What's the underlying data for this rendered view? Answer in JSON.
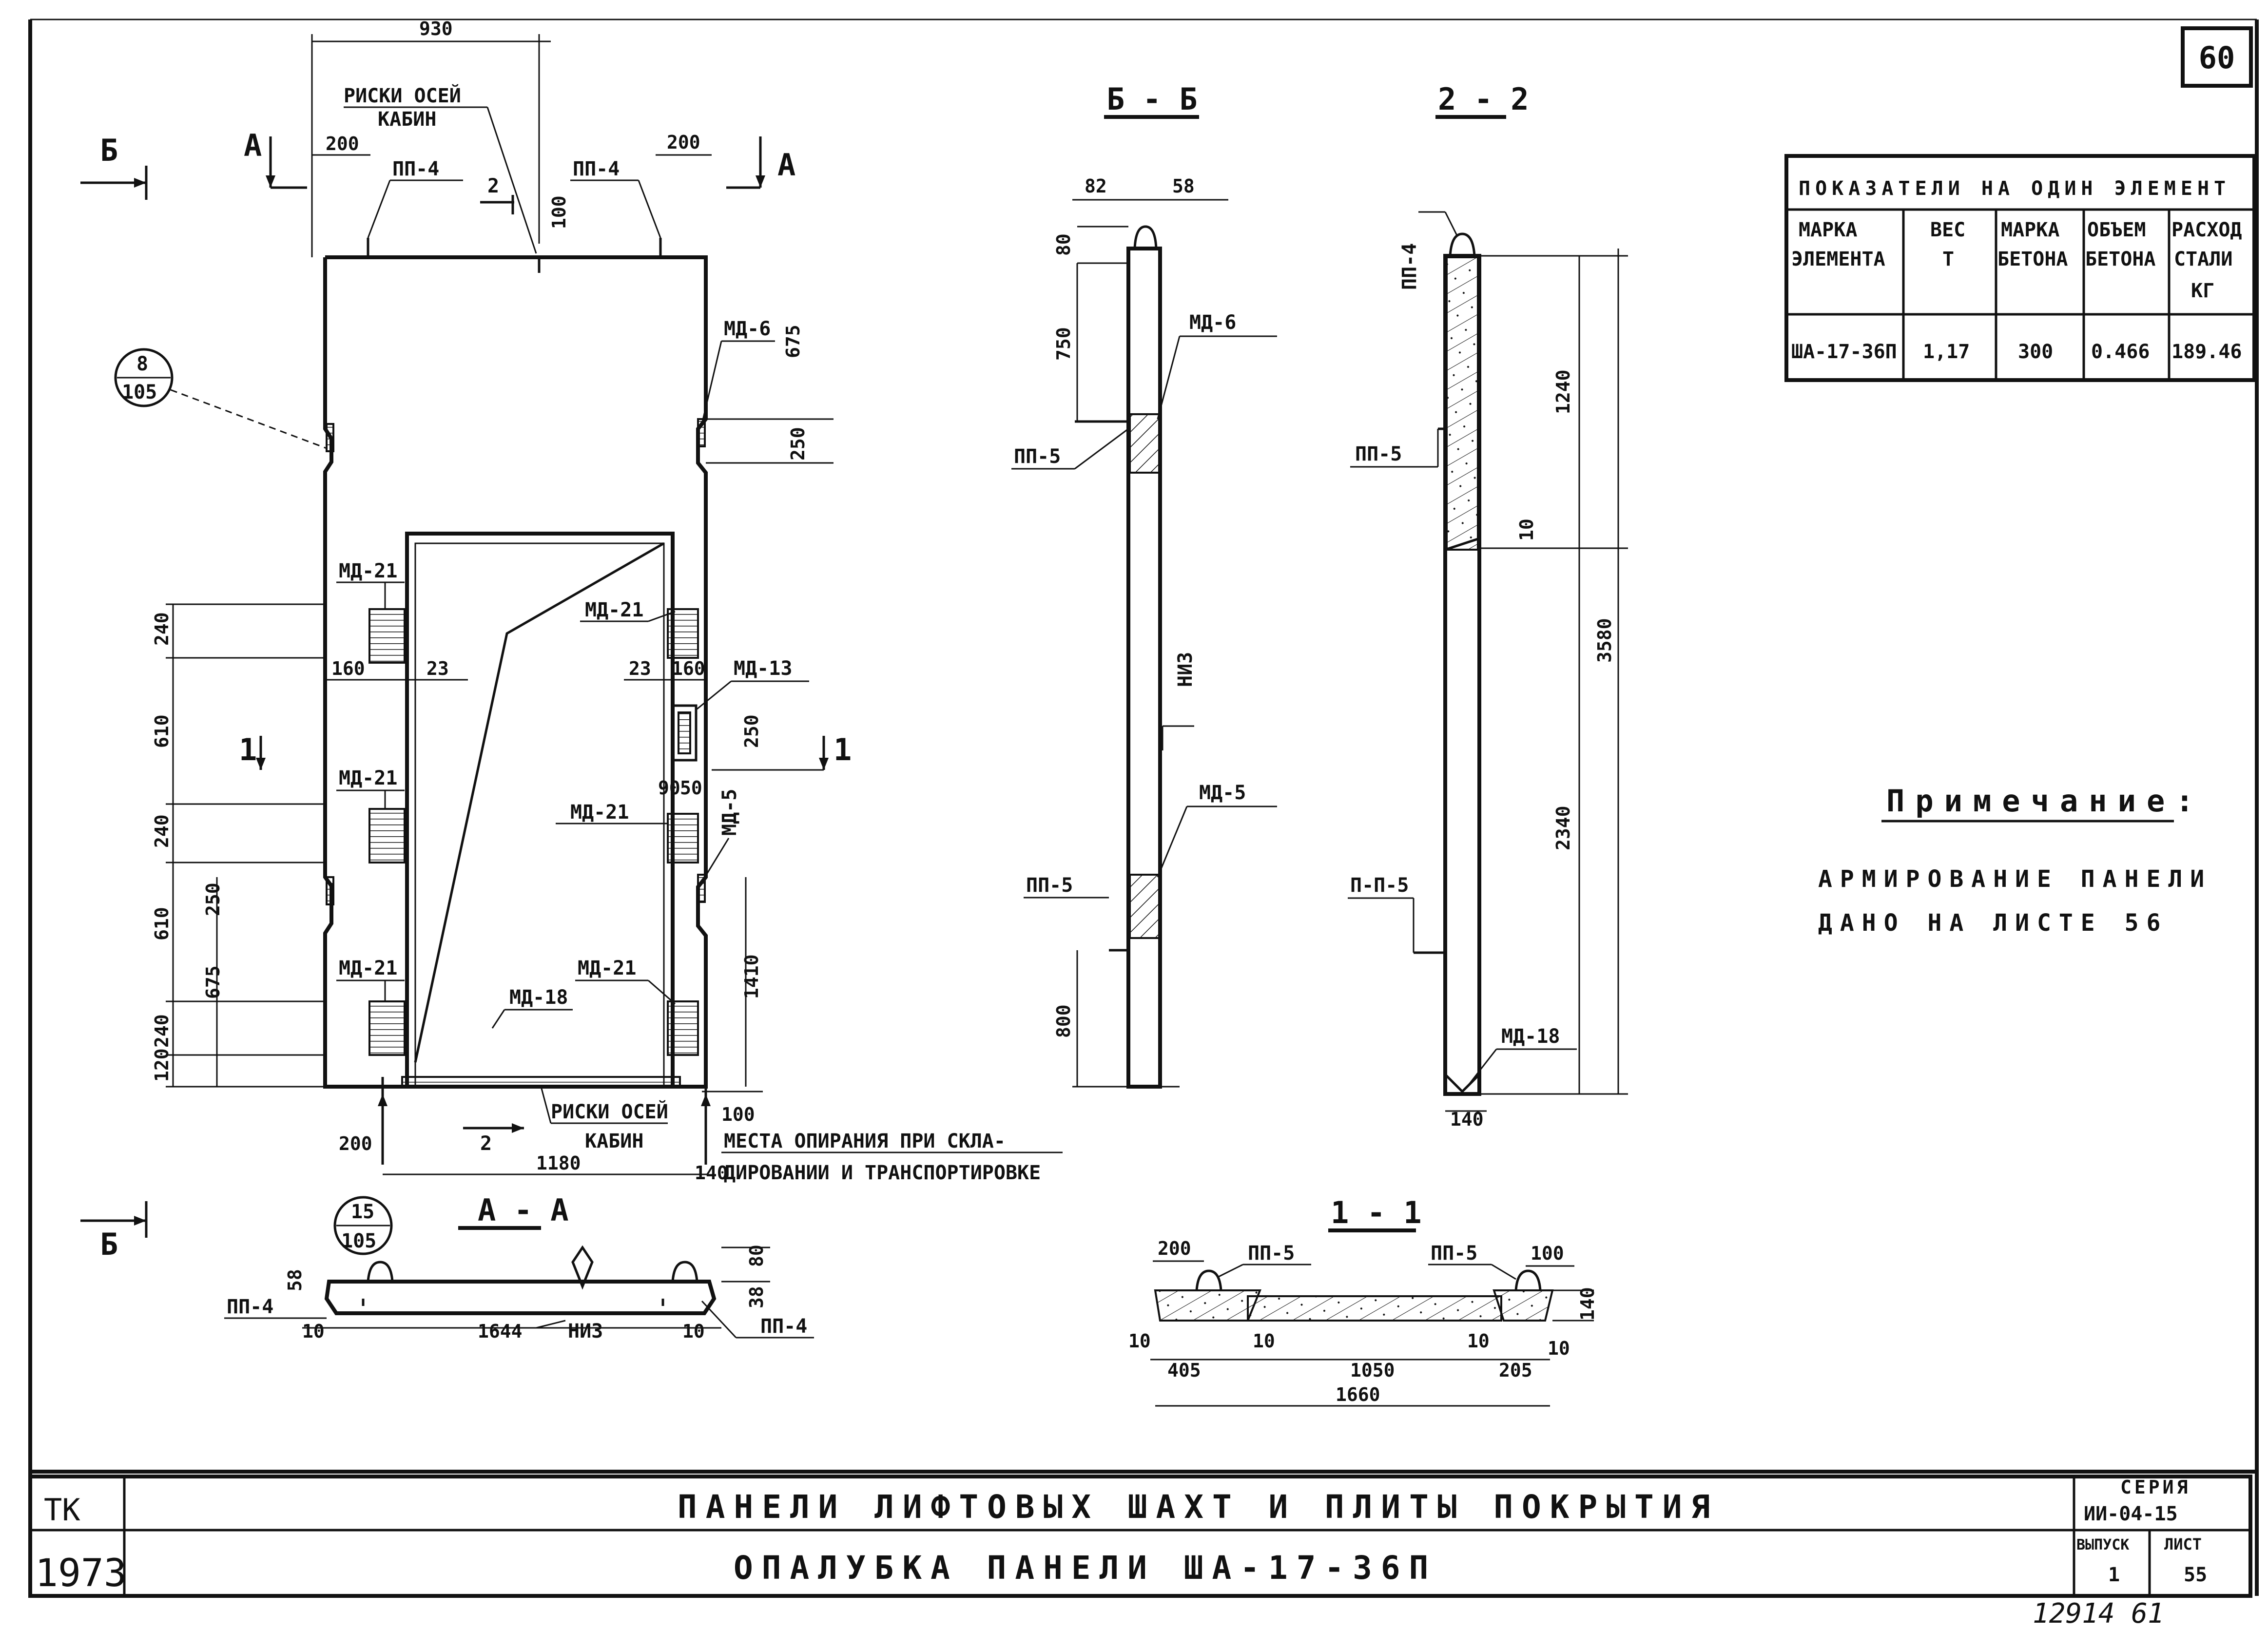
{
  "sheet_number": "60",
  "views": {
    "b_b": "Б - Б",
    "s_2_2": "2 - 2",
    "a_a": "А - А",
    "s_1_1": "1 - 1"
  },
  "indicators_table": {
    "title": "ПОКАЗАТЕЛИ НА ОДИН ЭЛЕМЕНТ",
    "headers": [
      [
        "МАРКА",
        "ЭЛЕМЕНТА"
      ],
      [
        "ВЕС",
        "Т"
      ],
      [
        "МАРКА",
        "БЕТОНА"
      ],
      [
        "ОБЪЕМ",
        "БЕТОНА"
      ],
      [
        "РАСХОД",
        "СТАЛИ",
        "КГ"
      ]
    ],
    "row": [
      "ША-17-36П",
      "1,17",
      "300",
      "0.466",
      "189.46"
    ]
  },
  "note": {
    "title": "Примечание:",
    "lines": [
      "АРМИРОВАНИЕ ПАНЕЛИ",
      "ДАНО НА ЛИСТЕ 56"
    ]
  },
  "labels": {
    "riski_osey": "РИСКИ ОСЕЙ",
    "kabin": "КАБИН",
    "riski_osey_2": "РИСКИ ОСЕЙ",
    "kabin_2": "КАБИН",
    "pp4": "ПП-4",
    "pp5": "ПП-5",
    "p_p_5": "П-П-5",
    "md6": "МД-6",
    "md5": "МД-5",
    "md13": "МД-13",
    "md18": "МД-18",
    "md21": "МД-21",
    "niz": "НИЗ",
    "b": "Б",
    "a": "А",
    "one": "1",
    "two": "2",
    "opiranie_1": "МЕСТА ОПИРАНИЯ ПРИ СКЛА-",
    "opiranie_2": "ДИРОВАНИИ И ТРАНСПОРТИРОВКЕ",
    "callout_8": "8",
    "callout_105": "105",
    "callout_15": "15",
    "callout_105b": "105"
  },
  "dims": {
    "d930": "930",
    "d200": "200",
    "d100": "100",
    "d675": "675",
    "d250": "250",
    "d240": "240",
    "d610": "610",
    "d160": "160",
    "d23": "23",
    "d90": "90",
    "d50": "50",
    "d1410": "1410",
    "d120": "120",
    "d1180": "1180",
    "d140": "140",
    "d82": "82",
    "d58": "58",
    "d80": "80",
    "d750": "750",
    "d800": "800",
    "d1240": "1240",
    "d10": "10",
    "d3580": "3580",
    "d2340": "2340",
    "d1644": "1644",
    "d38": "38",
    "d405": "405",
    "d1050": "1050",
    "d205": "205",
    "d1660": "1660"
  },
  "title_block": {
    "org": "ТК",
    "year": "1973",
    "title": "ПАНЕЛИ ЛИФТОВЫХ ШАХТ И ПЛИТЫ ПОКРЫТИЯ",
    "subtitle": "ОПАЛУБКА ПАНЕЛИ ША-17-36П",
    "series_label": "СЕРИЯ",
    "series_value": "ИИ-04-15",
    "issue_label": "ВЫПУСК",
    "issue_value": "1",
    "sheet_label": "ЛИСТ",
    "sheet_value": "55"
  },
  "footer_number": "12914   61"
}
